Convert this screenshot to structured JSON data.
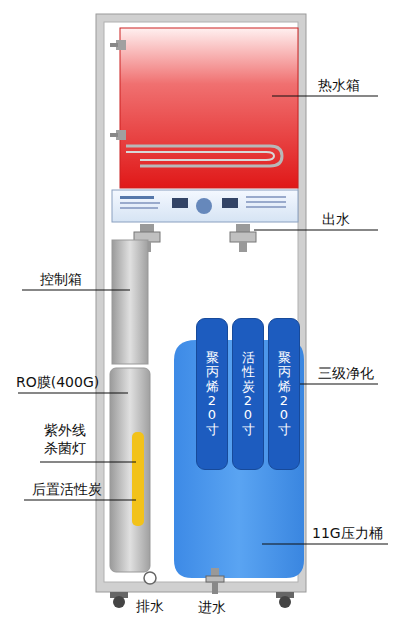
{
  "diagram": {
    "nodes": [
      {
        "text": [
          "聚丙烯20寸"
        ]
      },
      {
        "text": [
          "活性炭20寸"
        ]
      },
      {
        "text": [
          "聚丙烯20寸"
        ]
      }
    ],
    "labels": [
      "热水箱",
      "出水",
      "控制箱",
      "RO膜(400G)",
      "三级净化",
      "紫外线 杀菌灯",
      "后置活性炭",
      "11G压力桶",
      "排水",
      "进水"
    ]
  }
}
